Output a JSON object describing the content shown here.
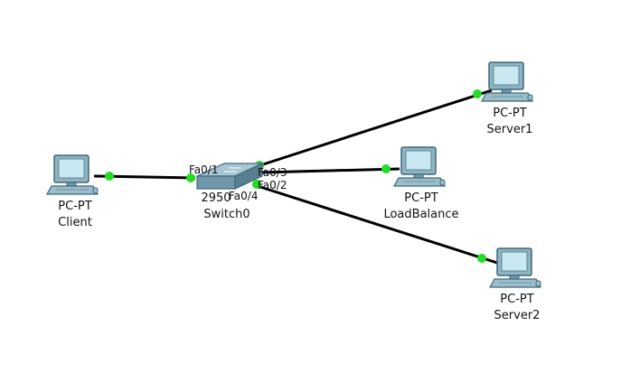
{
  "colors": {
    "link": "#000000",
    "link_up_dot": "#22dd22",
    "device_body": "#7fa8b8",
    "device_screen": "#bfe3ee",
    "device_outline": "#3f6878"
  },
  "devices": {
    "client": {
      "icon": "pc-icon",
      "type_label": "PC-PT",
      "name": "Client"
    },
    "switch": {
      "icon": "switch-icon",
      "model_label": "2950",
      "name": "Switch0"
    },
    "server1": {
      "icon": "pc-icon",
      "type_label": "PC-PT",
      "name": "Server1"
    },
    "loadbalance": {
      "icon": "pc-icon",
      "type_label": "PC-PT",
      "name": "LoadBalance"
    },
    "server2": {
      "icon": "pc-icon",
      "type_label": "PC-PT",
      "name": "Server2"
    }
  },
  "ports": {
    "fa01": "Fa0/1",
    "fa02": "Fa0/2",
    "fa03": "Fa0/3",
    "fa04": "Fa0/4"
  }
}
